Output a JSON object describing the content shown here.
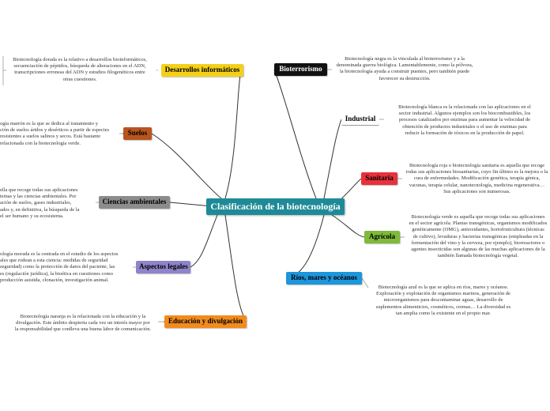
{
  "center": {
    "label": "Clasificación de la biotecnología",
    "color": "#1f8a97"
  },
  "branches": {
    "informaticos": {
      "label": "Desarrollos informáticos",
      "color": "#f3d11a",
      "text_color": "#000000",
      "desc": [
        "Biotecnología dorada es la relativo a desarrollos bioinformáticos,",
        "secuenciación de péptidos, búsqueda de alteraciones en el ADN,",
        "transcripciones erroneas del ADN y estudios filogenéticos entre",
        "otras cuestiones."
      ]
    },
    "suelos": {
      "label": "Suelos",
      "color": "#b8551f",
      "text_color": "#000000",
      "desc": [
        "ogía marrón es la que se dedica al tratamiento y",
        "ción de suelos áridos y desérticos a partir de especies",
        "resistentes a suelos salinos y secos. Está bastante",
        "relacionada con la biotecnología verde."
      ]
    },
    "ambientales": {
      "label": "Ciencias ambientales",
      "color": "#8c8c8c",
      "text_color": "#000000",
      "desc": [
        "ella que recoge todas sus aplicaciones",
        "temas y las ciencias ambientales. Por",
        "ación de suelos, gases industriales,",
        "ados y, en definitiva, la búsqueda de la",
        "el ser humano y su ecosistema."
      ]
    },
    "legales": {
      "label": "Aspectos legales",
      "color": "#8e84c9",
      "text_color": "#000000",
      "desc": [
        "ología morada es la centrada en el estudio de los aspectos",
        "ales que rodean a esta ciencia: medidas de seguridad",
        "seguridad) como la protección de datos del paciente, las",
        "es (regulación jurídica), la bioética en cuestiones como",
        "producción asistida, clonación, investigación animal."
      ]
    },
    "educacion": {
      "label": "Educación y divulgación",
      "color": "#f28b1e",
      "text_color": "#000000",
      "desc": [
        "Biotecnología naranja es la relacionada con la educación y la",
        "divulgación. Este ámbito despierta cada vez un interés mayor por",
        "la responsabilidad que conlleva una buena labor de comunicación."
      ]
    },
    "bioterrorismo": {
      "label": "Bioterrorismo",
      "color": "#111111",
      "text_color": "#ffffff",
      "desc": [
        "Biotecnología negra es la vinculada al bioterrorismo y a la",
        "denominada guerra biológica. Lamentablemente, como la pólvora,",
        "la biotecnología ayuda a construir puentes, pero también puede",
        "favorecer su destrucción."
      ]
    },
    "industrial": {
      "label": "Industrial",
      "color": "#ffffff",
      "text_color": "#000000",
      "desc": [
        "Biotecnología blanca es la relacionada con las aplicaciones en el",
        "sector industrial. Algunos ejemplos son los biocombustibles, los",
        "procesos catalizados por enzimas para aumentar la velocidad de",
        "obtención de productos industriales o el uso de enzimas para",
        "reducir la formación de tóxicos en la producción de papel."
      ]
    },
    "sanitaria": {
      "label": "Sanitaria",
      "color": "#e8313b",
      "text_color": "#000000",
      "desc": [
        "Biotecnología roja o biotecnología sanitaria es aquella que recoge",
        "todas sus aplicaciones biosanitarias, cuyo fin último es la mejora o la",
        "cura de enfermedades. Modificación genética, terapia génica,",
        "vacunas, terapia celular, nanotecnología, medicina regenerativa…",
        "Sus aplicaciones son numerosas."
      ]
    },
    "agricola": {
      "label": "Agrícola",
      "color": "#7fba3a",
      "text_color": "#000000",
      "desc": [
        "Biotecnología verde es aquella que recoge todas sus aplicaciones",
        "en el sector agrícola. Plantas transgénicas, organismos modificados",
        "genéticamente (OMG), antioxidantes, hortofruticultura (técnicas",
        "de cultivo), levaduras y bacterias transgénicas (empleadas en la",
        "fermentación del vino y la cerveza, por ejemplo), biorreactores o",
        "agentes insecticidas son algunas de las muchas aplicaciones de la",
        "también llamada biotecnología vegetal."
      ]
    },
    "rios": {
      "label": "Ríos, mares y océanos",
      "color": "#1e96dc",
      "text_color": "#000000",
      "desc": [
        "Biotecnología azul es la que se aplica en ríos, mares y océanos.",
        "Exploración y explotación de organismos marinos, generación de",
        "microorganismos para descontaminar aguas, desarrollo de",
        "suplementos alimenticios, cosméticos, cremas… La diversidad es",
        "tan amplia como la existente en el propio mar."
      ]
    }
  }
}
